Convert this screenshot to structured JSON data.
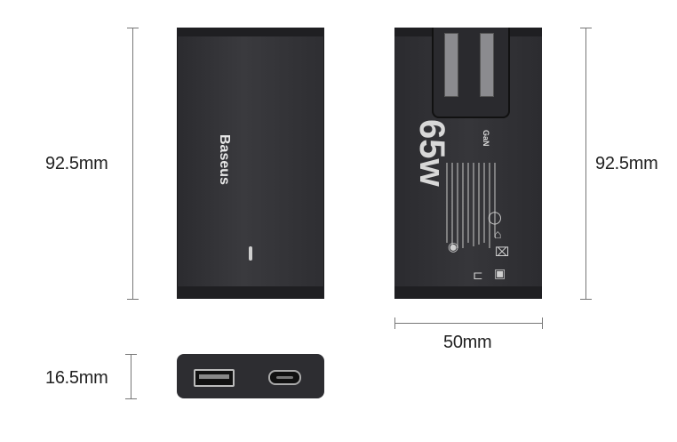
{
  "dimensions": {
    "front_height": "92.5mm",
    "back_height": "92.5mm",
    "width": "50mm",
    "depth": "16.5mm"
  },
  "device": {
    "brand": "Baseus",
    "wattage": "65w",
    "tech": "GaN"
  },
  "colors": {
    "body": "#2e2e32",
    "line": "#777777",
    "text": "#222222"
  }
}
